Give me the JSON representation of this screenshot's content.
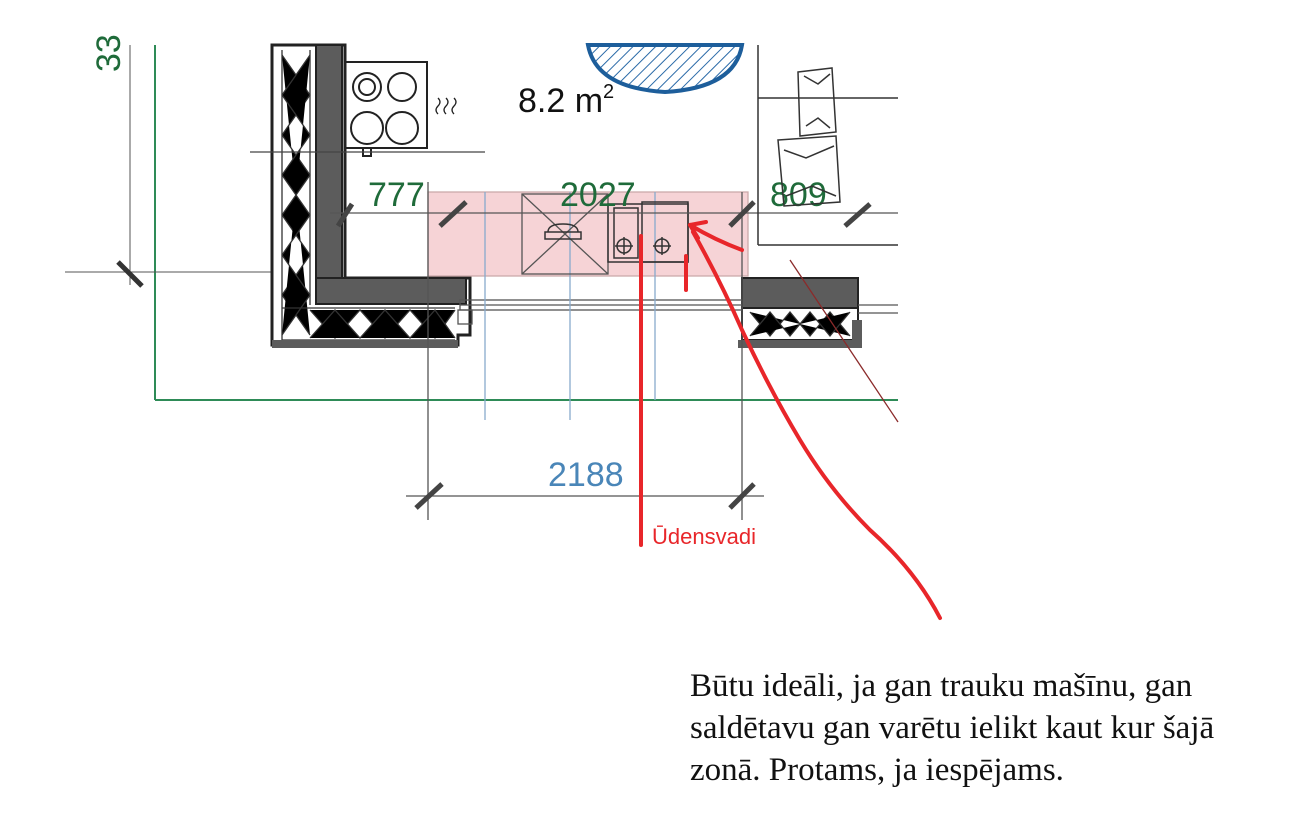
{
  "plan": {
    "room_area": "8.2 m",
    "room_area_sup": "2",
    "dimensions_green": [
      "777",
      "2027",
      "809"
    ],
    "dimension_green_partial": "33",
    "dimension_blue": "2188",
    "pipe_label": "Ūdensvadi"
  },
  "note": {
    "lines": [
      "Būtu ideāli, ja gan trauku mašīnu, gan",
      "saldētavu gan varētu ielikt kaut kur šajā",
      "zonā. Protams, ja iespējams."
    ]
  },
  "colors": {
    "green_dimension": "#1f6b3a",
    "blue_dimension": "#4a86b8",
    "red_annotation": "#e8262a",
    "counter_fill": "#f6d3d6",
    "wall_fill": "#595959",
    "hatch_blue": "#2a6aa8"
  }
}
